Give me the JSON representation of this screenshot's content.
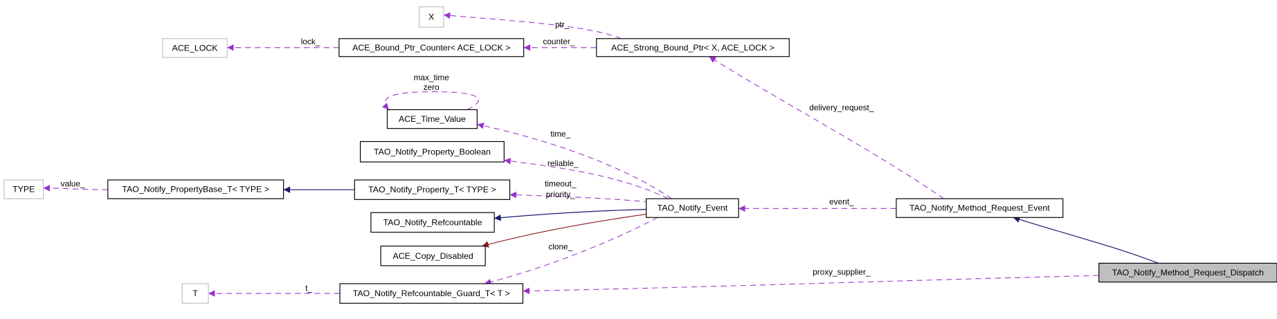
{
  "nodes": {
    "x": "X",
    "ace_lock": "ACE_LOCK",
    "bound_ptr_counter": "ACE_Bound_Ptr_Counter< ACE_LOCK >",
    "strong_bound_ptr": "ACE_Strong_Bound_Ptr< X, ACE_LOCK >",
    "time_value": "ACE_Time_Value",
    "property_boolean": "TAO_Notify_Property_Boolean",
    "type": "TYPE",
    "property_base": "TAO_Notify_PropertyBase_T< TYPE >",
    "property_t": "TAO_Notify_Property_T< TYPE >",
    "refcountable": "TAO_Notify_Refcountable",
    "copy_disabled": "ACE_Copy_Disabled",
    "guard": "TAO_Notify_Refcountable_Guard_T< T >",
    "t": "T",
    "event": "TAO_Notify_Event",
    "method_request_event": "TAO_Notify_Method_Request_Event",
    "dispatch": "TAO_Notify_Method_Request_Dispatch"
  },
  "edge_labels": {
    "ptr": "ptr_",
    "lock": "lock_",
    "counter": "counter_",
    "delivery_request": "delivery_request_",
    "max_time": "max_time",
    "zero": "zero",
    "time": "time_",
    "reliable": "reliable_",
    "timeout": "timeout_",
    "priority": "priority_",
    "value": "value_",
    "event": "event_",
    "clone": "clone_",
    "proxy_supplier": "proxy_supplier_",
    "t": "t_"
  },
  "colors": {
    "usage": "#9a32cd",
    "public_inheritance": "#191970",
    "private_inheritance": "#8b1a1a"
  }
}
